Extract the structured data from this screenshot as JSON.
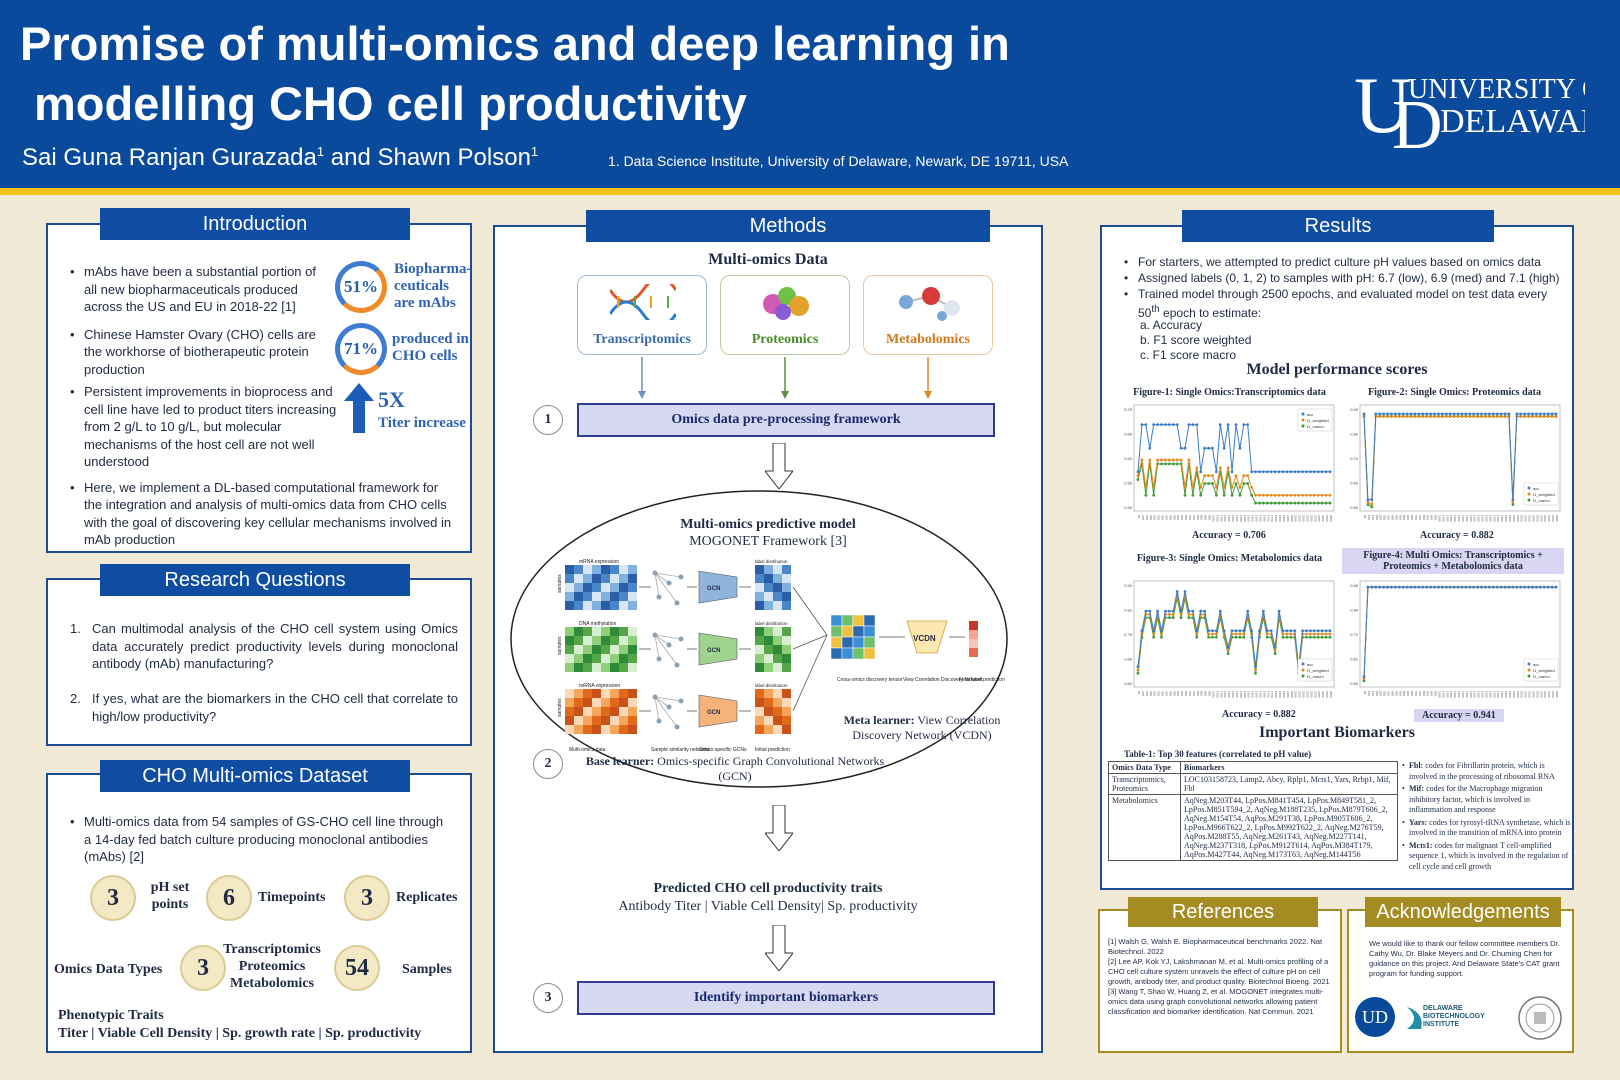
{
  "header": {
    "title_line1": "Promise of multi-omics and deep learning in",
    "title_line2": "modelling CHO cell productivity",
    "author1": "Sai Guna Ranjan Gurazada",
    "author_connector": "and Shawn Polson",
    "author_sup": "1",
    "affiliation": "1. Data Science Institute, University of Delaware, Newark, DE 19711, USA",
    "logo_text1": "UNIVERSITY OF",
    "logo_text2": "DELAWARE."
  },
  "intro": {
    "title": "Introduction",
    "bullets": [
      "mAbs have been a substantial portion of all new biopharmaceuticals produced across the US and EU in 2018-22 [1]",
      "Chinese Hamster Ovary (CHO) cells are the workhorse of biotherapeutic protein production",
      "Persistent improvements in bioprocess and cell line have led to product titers increasing from 2 g/L to 10 g/L, but molecular mechanisms of the host cell are not well understood",
      "Here, we implement a DL-based computational framework for the integration and analysis of multi-omics data from CHO cells with the goal of discovering key cellular mechanisms involved in mAb production"
    ],
    "stat1_value": "51%",
    "stat1_label": "Biopharma-ceuticals are mAbs",
    "stat2_value": "71%",
    "stat2_label": "produced in CHO cells",
    "stat3_value": "5X",
    "stat3_label": "Titer increase"
  },
  "rq": {
    "title": "Research Questions",
    "q1": "Can multimodal analysis of the CHO cell system using Omics data accurately predict productivity levels during monoclonal antibody (mAb) manufacturing?",
    "q2": "If yes, what are the biomarkers in the CHO cell that correlate to high/low productivity?"
  },
  "dataset": {
    "title": "CHO Multi-omics Dataset",
    "bullet": "Multi-omics data from 54 samples of GS-CHO cell line through a 14-day fed batch culture producing monoclonal antibodies (mAbs) [2]",
    "ph_num": "3",
    "ph_lbl": "pH set points",
    "tp_num": "6",
    "tp_lbl": "Timepoints",
    "rep_num": "3",
    "rep_lbl": "Replicates",
    "omics_lbl": "Omics Data Types",
    "omics_num": "3",
    "omics_types": "Transcriptomics Proteomics Metabolomics",
    "samples_num": "54",
    "samples_lbl": "Samples",
    "pheno_title": "Phenotypic Traits",
    "pheno_list": "Titer | Viable Cell Density | Sp. growth rate | Sp. productivity"
  },
  "methods": {
    "title": "Methods",
    "multiomics_title": "Multi-omics Data",
    "card1": "Transcriptomics",
    "card2": "Proteomics",
    "card3": "Metabolomics",
    "step1": "Omics data pre-processing framework",
    "model_title": "Multi-omics predictive model",
    "model_sub": "MOGONET Framework [3]",
    "base_learner_b": "Base learner:",
    "base_learner": "Omics-specific Graph Convolutional Networks (GCN)",
    "meta_learner_b": "Meta learner:",
    "meta_learner": "View Correlation Discovery Network (VCDN)",
    "vcdn": "VCDN",
    "lbl_mrna": "mRNA expression",
    "lbl_dna": "DNA methylation",
    "lbl_mirna": "miRNA expression",
    "lbl_samples": "samples",
    "lbl_label_dist": "label distribution",
    "lbl_gcn": "GCN",
    "lbl_multiomics": "Multi-omics data",
    "lbl_simnet": "Sample similarity networks",
    "lbl_gcns": "Omics-specific GCNs",
    "lbl_initial": "Initial prediction",
    "lbl_cross": "Cross-omics discovery tensor",
    "lbl_vcdn_lbl": "View Correlation Discovery Network",
    "lbl_final": "Final label prediction",
    "predicted_title": "Predicted CHO cell productivity traits",
    "predicted_list": "Antibody Titer | Viable Cell Density| Sp. productivity",
    "step3": "Identify important biomarkers",
    "n1": "1",
    "n2": "2",
    "n3": "3"
  },
  "results": {
    "title": "Results",
    "bullets": [
      "For starters, we attempted to predict culture pH values based on omics data",
      "Assigned labels (0, 1, 2) to samples with pH: 6.7 (low), 6.9 (med) and 7.1 (high)"
    ],
    "bullet3a": "Trained model through 2500 epochs, and evaluated model on test data every 50",
    "bullet3_sup": "th",
    "bullet3b": "epoch to estimate:",
    "sub_a": "a.   Accuracy",
    "sub_b": "b.   F1 score weighted",
    "sub_c": "c.   F1 score macro",
    "perf_title": "Model performance scores",
    "fig1_title": "Figure-1: Single Omics:Transcriptomics data",
    "fig2_title": "Figure-2: Single Omics: Proteomics data",
    "fig3_title": "Figure-3: Single Omics: Metabolomics data",
    "fig4_title": "Figure-4: Multi Omics: Transcriptomics + Proteomics + Metabolomics data",
    "acc1": "Accuracy = 0.706",
    "acc2": "Accuracy = 0.882",
    "acc3": "Accuracy = 0.882",
    "acc4": "Accuracy = 0.941",
    "bio_title": "Important Biomarkers",
    "table_caption": "Table-1: Top 30 features (correlated to pH value)",
    "th1": "Omics Data Type",
    "th2": "Biomarkers",
    "r1c1": "Transcriptomics, Proteomics",
    "r1c2": "LOC103158723, Lamp2, Abcy, Rplp1, Mcts1, Yars, Rrbp1, Mif, Fbl",
    "r2c1": "Metabolomics",
    "r2c2": "AqNeg.M203T44, LpPos.M841T454, LpPos.M849T581_2, LpPos.M851T594_2, AqNeg.M188T235, LpPos.M879T606_2, AqNeg.M154T54, AqPos.M291T38, LpPos.M905T606_2, LpPos.M966T622_2, LpPos.M992T622_2, AqNeg.M276T59, AqPos.M288T55, AqNeg.M261T43, AqNeg.M227T141, AqNeg.M237T318, LpPos.M912T614, AqPos.M384T179, AqPos.M427T44, AqNeg.M173T63, AqNeg.M144T56",
    "notes": [
      {
        "b": "Fbl:",
        "t": "codes for Fibrillarin protein, which is involved in the processing of ribosomal RNA"
      },
      {
        "b": "Mif:",
        "t": "codes for the Macrophage migration inhibitory factor, which is involved in inflammation and response"
      },
      {
        "b": "Yars:",
        "t": "codes for tyrosyl-tRNA synthetase, which is involved in the transition of mRNA into protein"
      },
      {
        "b": "Mcts1:",
        "t": "codes for malignant T cell-amplified sequence 1, which is involved in the regulation of cell cycle and cell growth"
      }
    ]
  },
  "refs": {
    "title": "References",
    "items": [
      "[1] Walsh G, Walsh E. Biopharmaceutical benchmarks 2022. Nat Biotechnol. 2022",
      "[2] Lee AP, Kok YJ, Lakshmanan M, et al. Multi-omics profiling of a CHO cell culture system unravels the effect of culture pH on cell growth, antibody titer, and product quality. Biotechnol Bioeng. 2021",
      "[3] Wang T, Shao W, Huang Z, et al. MOGONET integrates multi-omics data using graph convolutional networks allowing patient classification and biomarker identification. Nat Commun. 2021"
    ]
  },
  "ack": {
    "title": "Acknowledgements",
    "text": "We would like to thank our fellow committee members Dr. Cathy Wu, Dr. Blake Meyers and Dr. Chuming Chen for guidance on this project. And Delaware State's CAT grant program for funding support.",
    "logo_ud": "UD",
    "dbi_line1": "DELAWARE",
    "dbi_line2": "BIOTECHNOLOGY",
    "dbi_line3": "INSTITUTE"
  },
  "colors": {
    "header_blue": "#0a4a9c",
    "gold": "#f2c318",
    "panel_title_blue": "#0f4da2",
    "panel_title_gold": "#a48c23"
  },
  "chart_data": [
    {
      "type": "line",
      "title": "Figure-1: Single Omics:Transcriptomics data",
      "ylim": [
        0.5,
        0.75
      ],
      "series": [
        {
          "name": "acc",
          "values": [
            0.59,
            0.71,
            0.71,
            0.65,
            0.71,
            0.71,
            0.71,
            0.71,
            0.71,
            0.71,
            0.71,
            0.65,
            0.65,
            0.71,
            0.71,
            0.71,
            0.59,
            0.65,
            0.65,
            0.65,
            0.59,
            0.71,
            0.65,
            0.71,
            0.59,
            0.71,
            0.65,
            0.71,
            0.71,
            0.59,
            0.59,
            0.59,
            0.59,
            0.59,
            0.59,
            0.59,
            0.59,
            0.59,
            0.59,
            0.59,
            0.59,
            0.59,
            0.59,
            0.59,
            0.59,
            0.59,
            0.59,
            0.59,
            0.59,
            0.59
          ]
        },
        {
          "name": "f1_weighted",
          "values": [
            0.58,
            0.62,
            0.55,
            0.62,
            0.55,
            0.62,
            0.62,
            0.62,
            0.62,
            0.62,
            0.62,
            0.62,
            0.55,
            0.62,
            0.55,
            0.6,
            0.55,
            0.58,
            0.58,
            0.58,
            0.55,
            0.6,
            0.55,
            0.6,
            0.55,
            0.58,
            0.55,
            0.58,
            0.58,
            0.55,
            0.53,
            0.53,
            0.53,
            0.53,
            0.53,
            0.53,
            0.53,
            0.53,
            0.53,
            0.53,
            0.53,
            0.53,
            0.53,
            0.53,
            0.53,
            0.53,
            0.53,
            0.53,
            0.53,
            0.53
          ]
        },
        {
          "name": "f1_macro",
          "values": [
            0.57,
            0.61,
            0.53,
            0.61,
            0.53,
            0.61,
            0.61,
            0.61,
            0.61,
            0.61,
            0.61,
            0.61,
            0.53,
            0.61,
            0.53,
            0.59,
            0.53,
            0.56,
            0.56,
            0.56,
            0.53,
            0.59,
            0.53,
            0.59,
            0.53,
            0.56,
            0.53,
            0.56,
            0.56,
            0.53,
            0.51,
            0.51,
            0.51,
            0.51,
            0.51,
            0.51,
            0.51,
            0.51,
            0.51,
            0.51,
            0.51,
            0.51,
            0.51,
            0.51,
            0.51,
            0.51,
            0.51,
            0.51,
            0.51,
            0.51
          ]
        }
      ]
    },
    {
      "type": "line",
      "title": "Figure-2: Single Omics: Proteomics data",
      "ylim": [
        0.5,
        0.9
      ],
      "series": [
        {
          "name": "acc",
          "values": [
            0.88,
            0.53,
            0.53,
            0.88,
            0.88,
            0.88,
            0.88,
            0.88,
            0.88,
            0.88,
            0.88,
            0.88,
            0.88,
            0.88,
            0.88,
            0.88,
            0.88,
            0.88,
            0.88,
            0.88,
            0.88,
            0.88,
            0.88,
            0.88,
            0.88,
            0.88,
            0.88,
            0.88,
            0.88,
            0.88,
            0.88,
            0.88,
            0.88,
            0.88,
            0.88,
            0.88,
            0.88,
            0.88,
            0.53,
            0.88,
            0.88,
            0.88,
            0.88,
            0.88,
            0.88,
            0.88,
            0.88,
            0.88,
            0.88,
            0.88
          ]
        },
        {
          "name": "f1_weighted",
          "values": [
            0.87,
            0.52,
            0.51,
            0.87,
            0.87,
            0.87,
            0.87,
            0.87,
            0.87,
            0.87,
            0.87,
            0.87,
            0.87,
            0.87,
            0.87,
            0.87,
            0.87,
            0.87,
            0.87,
            0.87,
            0.87,
            0.87,
            0.87,
            0.87,
            0.87,
            0.87,
            0.87,
            0.87,
            0.87,
            0.87,
            0.87,
            0.87,
            0.87,
            0.87,
            0.87,
            0.87,
            0.87,
            0.87,
            0.52,
            0.87,
            0.87,
            0.87,
            0.87,
            0.87,
            0.87,
            0.87,
            0.87,
            0.87,
            0.87,
            0.87
          ]
        },
        {
          "name": "f1_macro",
          "values": [
            0.87,
            0.51,
            0.5,
            0.87,
            0.87,
            0.87,
            0.87,
            0.87,
            0.87,
            0.87,
            0.87,
            0.87,
            0.87,
            0.87,
            0.87,
            0.87,
            0.87,
            0.87,
            0.87,
            0.87,
            0.87,
            0.87,
            0.87,
            0.87,
            0.87,
            0.87,
            0.87,
            0.87,
            0.87,
            0.87,
            0.87,
            0.87,
            0.87,
            0.87,
            0.87,
            0.87,
            0.87,
            0.87,
            0.51,
            0.87,
            0.87,
            0.87,
            0.87,
            0.87,
            0.87,
            0.87,
            0.87,
            0.87,
            0.87,
            0.87
          ]
        }
      ]
    },
    {
      "type": "line",
      "title": "Figure-3: Single Omics: Metabolomics data",
      "ylim": [
        0.6,
        0.9
      ],
      "series": [
        {
          "name": "acc",
          "values": [
            0.65,
            0.76,
            0.82,
            0.82,
            0.76,
            0.82,
            0.76,
            0.82,
            0.82,
            0.82,
            0.88,
            0.82,
            0.88,
            0.82,
            0.82,
            0.76,
            0.82,
            0.82,
            0.76,
            0.76,
            0.76,
            0.82,
            0.76,
            0.71,
            0.76,
            0.76,
            0.76,
            0.76,
            0.82,
            0.76,
            0.65,
            0.76,
            0.82,
            0.76,
            0.76,
            0.71,
            0.82,
            0.76,
            0.76,
            0.76,
            0.76,
            0.65,
            0.76,
            0.76,
            0.76,
            0.76,
            0.76,
            0.76,
            0.76,
            0.76
          ]
        },
        {
          "name": "f1_weighted",
          "values": [
            0.64,
            0.75,
            0.81,
            0.81,
            0.75,
            0.81,
            0.75,
            0.81,
            0.81,
            0.81,
            0.87,
            0.81,
            0.87,
            0.81,
            0.81,
            0.75,
            0.81,
            0.81,
            0.75,
            0.75,
            0.75,
            0.81,
            0.75,
            0.7,
            0.75,
            0.75,
            0.75,
            0.75,
            0.81,
            0.75,
            0.64,
            0.75,
            0.81,
            0.75,
            0.75,
            0.7,
            0.81,
            0.75,
            0.75,
            0.75,
            0.75,
            0.64,
            0.75,
            0.75,
            0.75,
            0.75,
            0.75,
            0.75,
            0.75,
            0.75
          ]
        },
        {
          "name": "f1_macro",
          "values": [
            0.63,
            0.74,
            0.8,
            0.8,
            0.74,
            0.8,
            0.74,
            0.8,
            0.8,
            0.8,
            0.86,
            0.8,
            0.86,
            0.8,
            0.8,
            0.74,
            0.8,
            0.8,
            0.74,
            0.74,
            0.74,
            0.8,
            0.74,
            0.69,
            0.74,
            0.74,
            0.74,
            0.74,
            0.8,
            0.74,
            0.63,
            0.74,
            0.8,
            0.74,
            0.74,
            0.69,
            0.8,
            0.74,
            0.74,
            0.74,
            0.74,
            0.63,
            0.74,
            0.74,
            0.74,
            0.74,
            0.74,
            0.74,
            0.74,
            0.74
          ]
        }
      ]
    },
    {
      "type": "line",
      "title": "Figure-4: Multi Omics: Transcriptomics + Proteomics + Metabolomics data",
      "ylim": [
        0.5,
        0.95
      ],
      "series": [
        {
          "name": "acc",
          "values": [
            0.53,
            0.94,
            0.94,
            0.94,
            0.94,
            0.94,
            0.94,
            0.94,
            0.94,
            0.94,
            0.94,
            0.94,
            0.94,
            0.94,
            0.94,
            0.94,
            0.94,
            0.94,
            0.94,
            0.94,
            0.94,
            0.94,
            0.94,
            0.94,
            0.94,
            0.94,
            0.94,
            0.94,
            0.94,
            0.94,
            0.94,
            0.94,
            0.94,
            0.94,
            0.94,
            0.94,
            0.94,
            0.94,
            0.94,
            0.94,
            0.94,
            0.94,
            0.94,
            0.94,
            0.94,
            0.94,
            0.94,
            0.94,
            0.94,
            0.94
          ]
        },
        {
          "name": "f1_weighted",
          "values": [
            0.52,
            0.94,
            0.94,
            0.94,
            0.94,
            0.94,
            0.94,
            0.94,
            0.94,
            0.94,
            0.94,
            0.94,
            0.94,
            0.94,
            0.94,
            0.94,
            0.94,
            0.94,
            0.94,
            0.94,
            0.94,
            0.94,
            0.94,
            0.94,
            0.94,
            0.94,
            0.94,
            0.94,
            0.94,
            0.94,
            0.94,
            0.94,
            0.94,
            0.94,
            0.94,
            0.94,
            0.94,
            0.94,
            0.94,
            0.94,
            0.94,
            0.94,
            0.94,
            0.94,
            0.94,
            0.94,
            0.94,
            0.94,
            0.94,
            0.94
          ]
        },
        {
          "name": "f1_macro",
          "values": [
            0.51,
            0.94,
            0.94,
            0.94,
            0.94,
            0.94,
            0.94,
            0.94,
            0.94,
            0.94,
            0.94,
            0.94,
            0.94,
            0.94,
            0.94,
            0.94,
            0.94,
            0.94,
            0.94,
            0.94,
            0.94,
            0.94,
            0.94,
            0.94,
            0.94,
            0.94,
            0.94,
            0.94,
            0.94,
            0.94,
            0.94,
            0.94,
            0.94,
            0.94,
            0.94,
            0.94,
            0.94,
            0.94,
            0.94,
            0.94,
            0.94,
            0.94,
            0.94,
            0.94,
            0.94,
            0.94,
            0.94,
            0.94,
            0.94,
            0.94
          ]
        }
      ]
    }
  ]
}
